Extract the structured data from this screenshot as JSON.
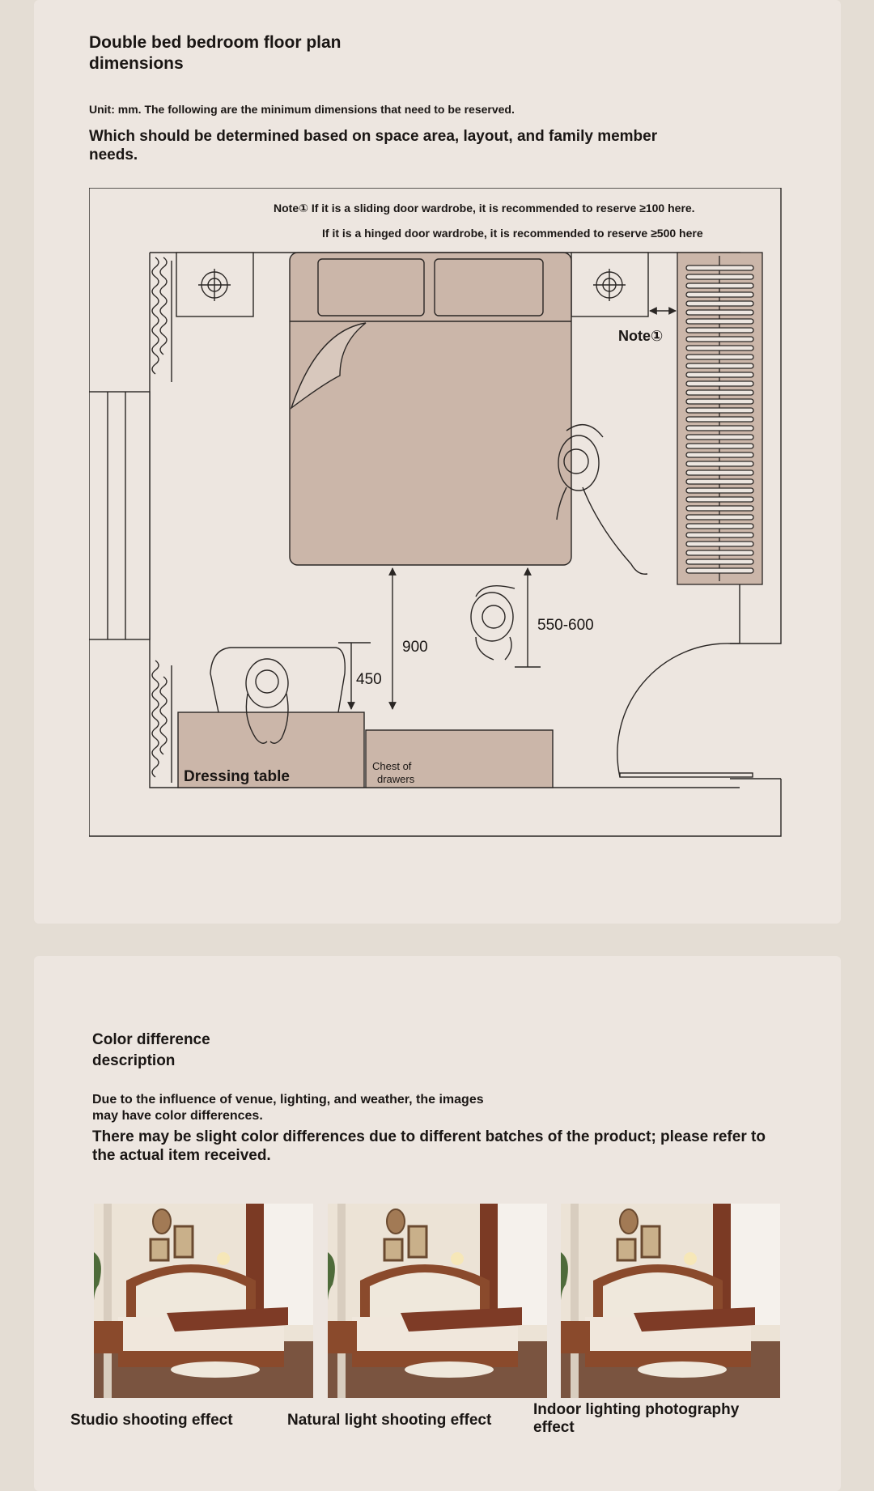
{
  "floor_plan_section": {
    "title_line1": "Double bed bedroom floor plan",
    "title_line2": "dimensions",
    "unit_note": "Unit: mm. The following are the minimum dimensions that need to be reserved.",
    "advice_line1": "Which should be determined based on space area, layout, and family member",
    "advice_line2": "needs.",
    "plan": {
      "note_sliding": "Note① If it is a sliding door wardrobe, it is recommended to reserve ≥100 here.",
      "note_hinged": "If it is a hinged door wardrobe, it is recommended to reserve ≥500 here",
      "note_marker": "Note①",
      "dim_900": "900",
      "dim_450": "450",
      "dim_550_600": "550-600",
      "dressing_table": "Dressing table",
      "chest_line1": "Chest of",
      "chest_line2": "drawers"
    }
  },
  "color_section": {
    "title_line1": "Color difference",
    "title_line2": "description",
    "desc_line1": "Due to the influence of venue, lighting, and weather, the images",
    "desc_line2": "may have color differences.",
    "desc2_line1": "There may be slight color differences due to different batches of the product; please refer to",
    "desc2_line2": "the actual item received.",
    "photos": [
      {
        "caption": "Studio shooting effect"
      },
      {
        "caption": "Natural light shooting effect"
      },
      {
        "caption_line1": "Indoor lighting photography",
        "caption_line2": "effect"
      }
    ]
  },
  "colors": {
    "page_bg": "#e4ddd4",
    "card_bg": "#ede6e0",
    "furniture_fill": "#cbb6a9",
    "line": "#2a2624"
  }
}
